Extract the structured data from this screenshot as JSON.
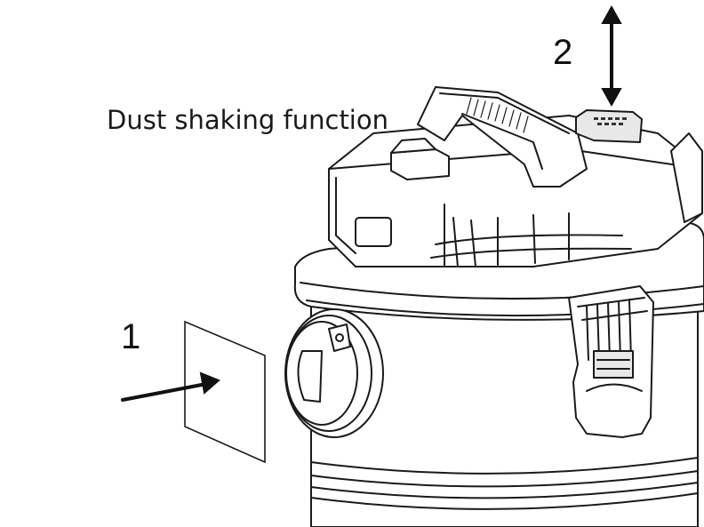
{
  "diagram": {
    "caption": "Dust shaking function",
    "callouts": [
      {
        "label": "1"
      },
      {
        "label": "2"
      }
    ],
    "colors": {
      "line": "#1a1a1a",
      "fill": "#ffffff",
      "shade": "#e8e8e8",
      "dark": "#333333"
    }
  }
}
